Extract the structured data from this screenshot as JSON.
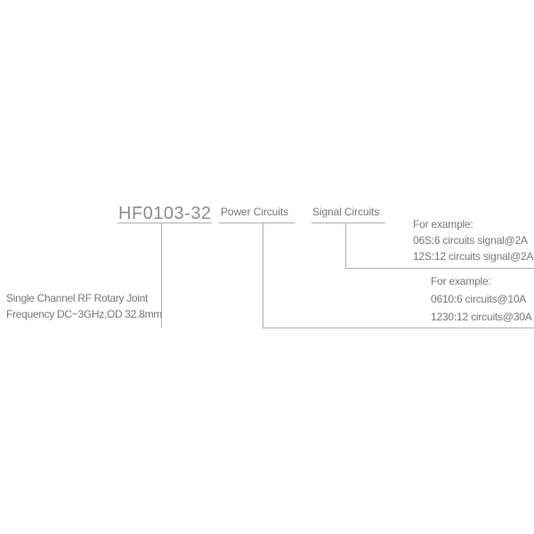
{
  "diagram": {
    "part_number": "HF0103-32",
    "power_label": "Power Circuits",
    "signal_label": "Signal Circuits",
    "description": {
      "line1": "Single Channel RF Rotary Joint",
      "line2": "Frequency DC~3GHz,OD 32.8mm"
    },
    "signal_examples": {
      "title": "For example:",
      "items": [
        "06S:6 circuits signal@2A",
        "12S:12 circuits signal@2A"
      ]
    },
    "power_examples": {
      "title": "For example:",
      "items": [
        "0610:6 circuits@10A",
        "1230:12 circuits@30A"
      ]
    },
    "colors": {
      "text": "#75787b",
      "part_number_text": "#8a8d90",
      "line": "#aeb0b2",
      "background": "#ffffff"
    }
  }
}
